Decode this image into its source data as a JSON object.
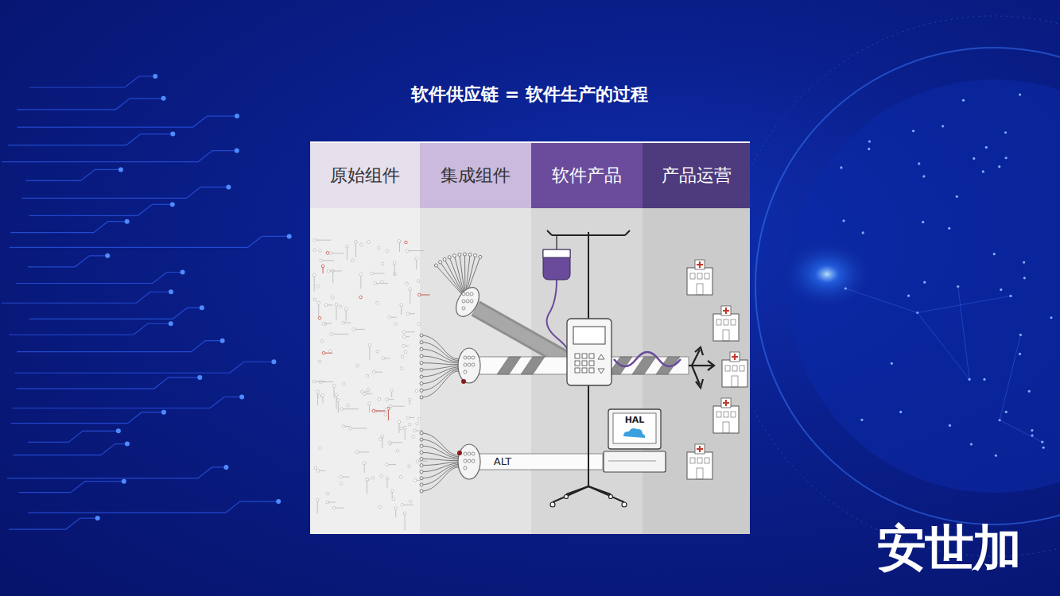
{
  "diagram": {
    "title": "软件供应链 = 软件生产的过程",
    "nodes": [
      {
        "text": [
          "原始组件"
        ]
      },
      {
        "text": [
          "集成组件"
        ]
      },
      {
        "text": [
          "软件产品"
        ]
      },
      {
        "text": [
          "产品运营"
        ]
      }
    ],
    "labels": [
      "HAL",
      "ALT",
      "安世加"
    ]
  }
}
